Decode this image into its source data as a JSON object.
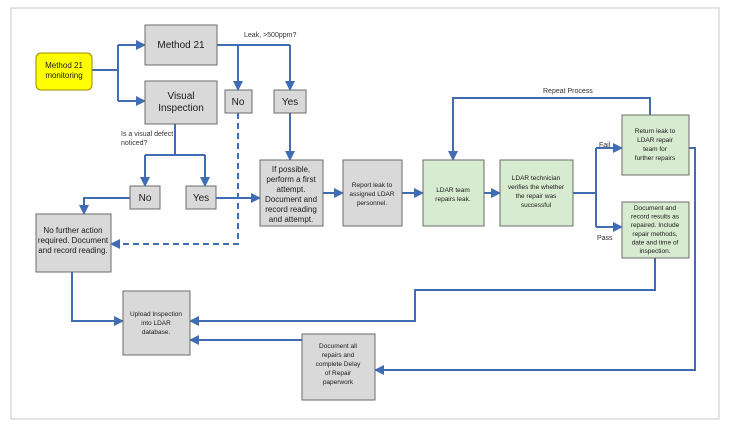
{
  "nodes": {
    "method21_monitoring": [
      "Method 21",
      "monitoring"
    ],
    "method21": [
      "Method 21"
    ],
    "visual_inspection": [
      "Visual",
      "Inspection"
    ],
    "no_top": [
      "No"
    ],
    "yes_top": [
      "Yes"
    ],
    "no_mid": [
      "No"
    ],
    "yes_mid": [
      "Yes"
    ],
    "no_further": [
      "No further action",
      "required. Document",
      "and record reading."
    ],
    "first_attempt": [
      "If possible,",
      "perform a first",
      "attempt.",
      "Document and",
      "record reading",
      "and attempt."
    ],
    "report_leak": [
      "Report leak to",
      "assigned LDAR",
      "personnel."
    ],
    "ldar_repairs": [
      "LDAR team",
      "repairs leak."
    ],
    "tech_verifies": [
      "LDAR technician",
      "verifies the whether",
      "the repair was",
      "successful"
    ],
    "return_leak": [
      "Return leak to",
      "LDAR repair",
      "team for",
      "further repairs"
    ],
    "document_record": [
      "Document and",
      "record results as",
      "repaired. Include",
      "repair methods,",
      "date and time of",
      "inspection."
    ],
    "upload": [
      "Upload Inspection",
      "into LDAR",
      "database."
    ],
    "document_all": [
      "Document all",
      "repairs and",
      "complete Delay",
      "of Repair",
      "",
      "paperwork"
    ]
  },
  "labels": {
    "leak_question": "Leak, >500ppm?",
    "visual_question_1": "Is a visual defect",
    "visual_question_2": "noticed?",
    "repeat_process": "Repeat Process",
    "fail": "Fail",
    "pass": "Pass"
  },
  "colors": {
    "connector": "#3f6cb3",
    "start_box": "#ffff00",
    "green_box": "#d6ebcf",
    "gray_box": "#d9d9d9"
  }
}
